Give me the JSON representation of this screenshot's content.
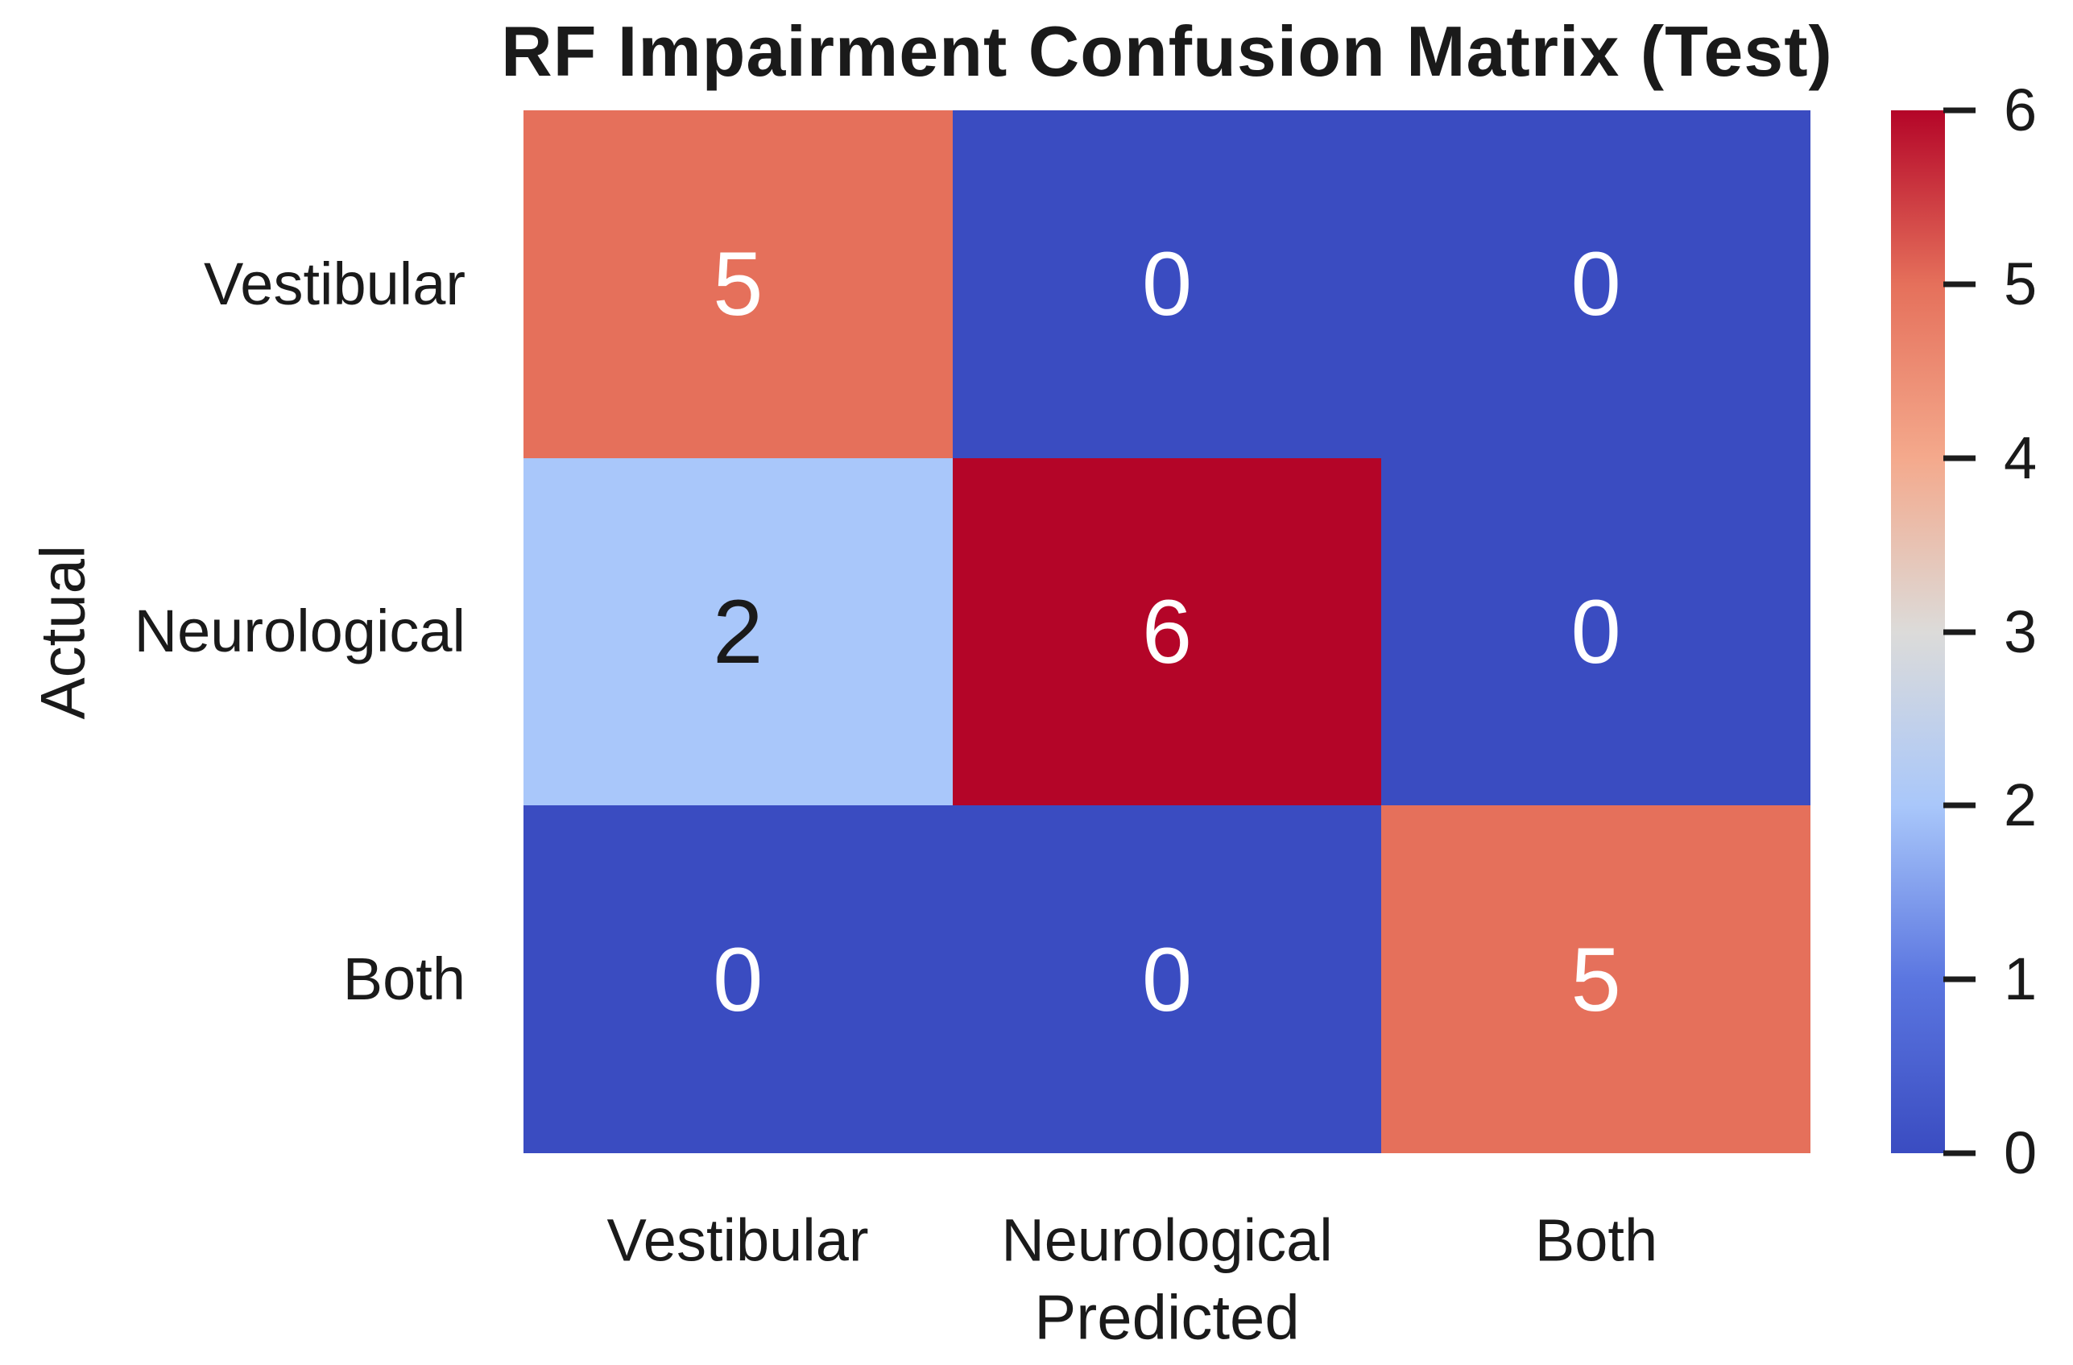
{
  "title": "RF Impairment Confusion Matrix (Test)",
  "x_axis": {
    "label": "Predicted",
    "ticks": [
      "Vestibular",
      "Neurological",
      "Both"
    ]
  },
  "y_axis": {
    "label": "Actual",
    "ticks": [
      "Vestibular",
      "Neurological",
      "Both"
    ]
  },
  "cells": [
    {
      "value": "5",
      "style": "background:#e5705b;color:#ffffff"
    },
    {
      "value": "0",
      "style": "background:#3a4cc1;color:#ffffff"
    },
    {
      "value": "0",
      "style": "background:#3a4cc1;color:#ffffff"
    },
    {
      "value": "2",
      "style": "background:#a9c7fa;color:#1a1a1a"
    },
    {
      "value": "6",
      "style": "background:#b40528;color:#ffffff"
    },
    {
      "value": "0",
      "style": "background:#3a4cc1;color:#ffffff"
    },
    {
      "value": "0",
      "style": "background:#3a4cc1;color:#ffffff"
    },
    {
      "value": "0",
      "style": "background:#3a4cc1;color:#ffffff"
    },
    {
      "value": "5",
      "style": "background:#e5705b;color:#ffffff"
    }
  ],
  "colorbar": {
    "tick_labels": [
      "6",
      "5",
      "4",
      "3",
      "2",
      "1",
      "0"
    ],
    "gradient_style": "background:linear-gradient(to top,#3a4cc1 0%,#5b76e0 16.67%,#a9c7fa 33.33%,#dcdbd9 50%,#f4a98c 66.67%,#e5705b 83.33%,#b40528 100%)"
  },
  "chart_data": {
    "type": "heatmap",
    "title": "RF Impairment Confusion Matrix (Test)",
    "xlabel": "Predicted",
    "ylabel": "Actual",
    "x_categories": [
      "Vestibular",
      "Neurological",
      "Both"
    ],
    "y_categories": [
      "Vestibular",
      "Neurological",
      "Both"
    ],
    "matrix": [
      [
        5,
        0,
        0
      ],
      [
        2,
        6,
        0
      ],
      [
        0,
        0,
        5
      ]
    ],
    "vmin": 0,
    "vmax": 6,
    "colorbar_ticks": [
      0,
      1,
      2,
      3,
      4,
      5,
      6
    ],
    "colormap": "coolwarm",
    "legend_position": "right",
    "grid": false,
    "cell_colors": [
      [
        "#e5705b",
        "#3a4cc1",
        "#3a4cc1"
      ],
      [
        "#a9c7fa",
        "#b40528",
        "#3a4cc1"
      ],
      [
        "#3a4cc1",
        "#3a4cc1",
        "#e5705b"
      ]
    ],
    "annotation_colors": [
      [
        "#ffffff",
        "#ffffff",
        "#ffffff"
      ],
      [
        "#1a1a1a",
        "#ffffff",
        "#ffffff"
      ],
      [
        "#ffffff",
        "#ffffff",
        "#ffffff"
      ]
    ]
  }
}
